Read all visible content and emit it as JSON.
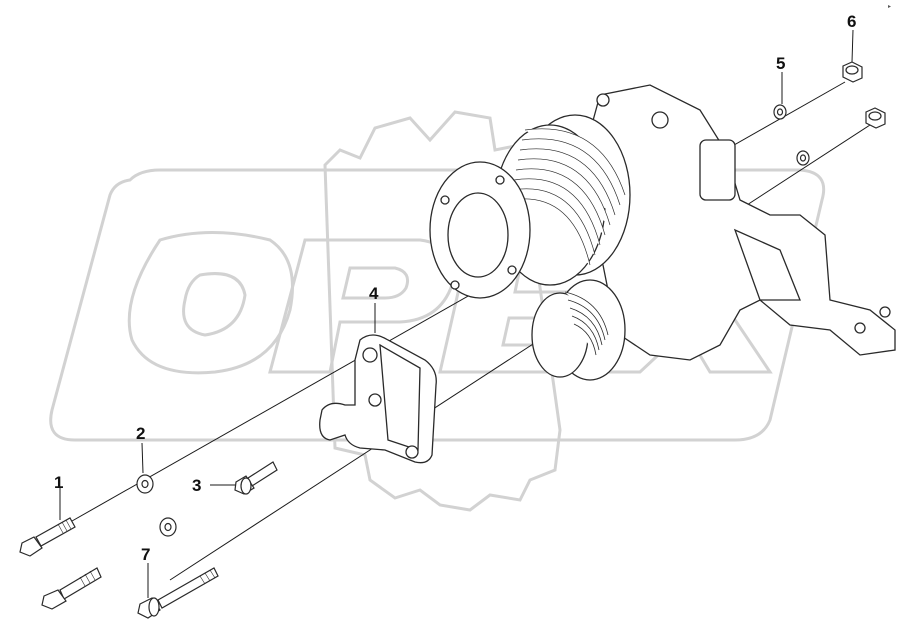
{
  "callouts": {
    "c1": "1",
    "c2": "2",
    "c3": "3",
    "c4": "4",
    "c5": "5",
    "c6": "6",
    "c7": "7"
  },
  "watermark": {
    "text": "OPEX",
    "color": "#d4d4d4"
  },
  "corner_mark": "▸ ",
  "colors": {
    "line": "#1a1a1a",
    "part_line": "#2a2a2a"
  }
}
